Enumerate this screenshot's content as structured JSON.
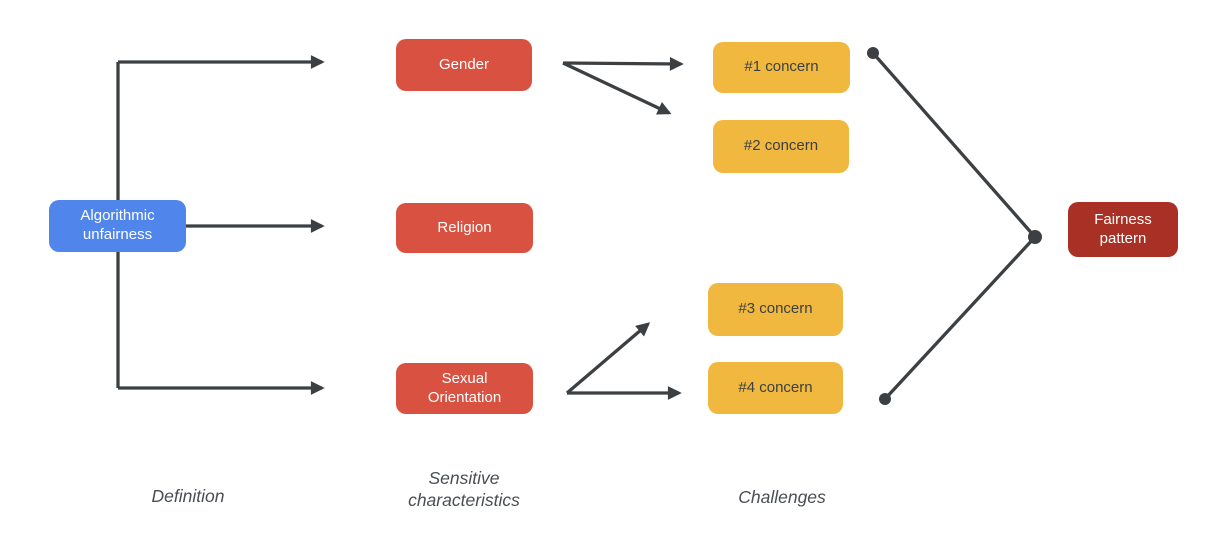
{
  "diagram": {
    "nodes": {
      "algorithmic_unfairness": {
        "label": "Algorithmic unfairness",
        "role": "definition"
      },
      "gender": {
        "label": "Gender",
        "role": "sensitive-characteristic"
      },
      "religion": {
        "label": "Religion",
        "role": "sensitive-characteristic"
      },
      "sexual_orientation": {
        "label": "Sexual Orientation",
        "role": "sensitive-characteristic"
      },
      "concern_1": {
        "label": "#1 concern",
        "role": "challenge"
      },
      "concern_2": {
        "label": "#2 concern",
        "role": "challenge"
      },
      "concern_3": {
        "label": "#3 concern",
        "role": "challenge"
      },
      "concern_4": {
        "label": "#4 concern",
        "role": "challenge"
      },
      "fairness_pattern": {
        "label": "Fairness pattern",
        "role": "outcome"
      }
    },
    "column_labels": {
      "definition": "Definition",
      "sensitive_characteristics": "Sensitive characteristics",
      "challenges": "Challenges"
    },
    "colors": {
      "definition_node": "#5086ec",
      "characteristic_node": "#d95140",
      "concern_node": "#f0b83e",
      "pattern_node": "#a83024",
      "node_text": "#ffffff",
      "concern_node_text": "#3c4043",
      "connector": "#3c4043",
      "column_label_text": "#4a4e54",
      "background": "#ffffff"
    }
  }
}
